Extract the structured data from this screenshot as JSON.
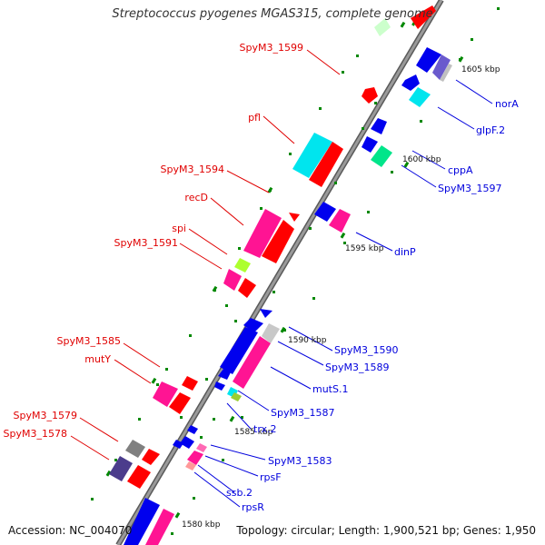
{
  "title": "Streptococcus pyogenes MGAS315, complete genome",
  "footer": {
    "accession": "Accession: NC_004070",
    "summary": "Topology: circular; Length: 1,900,521 bp; Genes: 1,950"
  },
  "ticks": [
    {
      "id": "t1605",
      "label": "1605 kbp"
    },
    {
      "id": "t1600",
      "label": "1600 kbp"
    },
    {
      "id": "t1595",
      "label": "1595 kbp"
    },
    {
      "id": "t1590",
      "label": "1590 kbp"
    },
    {
      "id": "t1585",
      "label": "1585 kbp"
    },
    {
      "id": "t1580",
      "label": "1580 kbp"
    }
  ],
  "gene_labels": [
    {
      "id": "SpyM3_1599",
      "text": "SpyM3_1599",
      "color": "#e00000"
    },
    {
      "id": "pfl",
      "text": "pfl",
      "color": "#e00000"
    },
    {
      "id": "SpyM3_1594",
      "text": "SpyM3_1594",
      "color": "#e00000"
    },
    {
      "id": "recD",
      "text": "recD",
      "color": "#e00000"
    },
    {
      "id": "spi",
      "text": "spi",
      "color": "#e00000"
    },
    {
      "id": "SpyM3_1591",
      "text": "SpyM3_1591",
      "color": "#e00000"
    },
    {
      "id": "SpyM3_1585",
      "text": "SpyM3_1585",
      "color": "#e00000"
    },
    {
      "id": "mutY",
      "text": "mutY",
      "color": "#e00000"
    },
    {
      "id": "SpyM3_1579",
      "text": "SpyM3_1579",
      "color": "#e00000"
    },
    {
      "id": "SpyM3_1578",
      "text": "SpyM3_1578",
      "color": "#e00000"
    },
    {
      "id": "norA",
      "text": "norA",
      "color": "#0000dd"
    },
    {
      "id": "glpF.2",
      "text": "glpF.2",
      "color": "#0000dd"
    },
    {
      "id": "cppA",
      "text": "cppA",
      "color": "#0000dd"
    },
    {
      "id": "SpyM3_1597",
      "text": "SpyM3_1597",
      "color": "#0000dd"
    },
    {
      "id": "dinP",
      "text": "dinP",
      "color": "#0000dd"
    },
    {
      "id": "SpyM3_1590",
      "text": "SpyM3_1590",
      "color": "#0000dd"
    },
    {
      "id": "SpyM3_1589",
      "text": "SpyM3_1589",
      "color": "#0000dd"
    },
    {
      "id": "mutS.1",
      "text": "mutS.1",
      "color": "#0000dd"
    },
    {
      "id": "SpyM3_1587",
      "text": "SpyM3_1587",
      "color": "#0000dd"
    },
    {
      "id": "trx.2",
      "text": "trx.2",
      "color": "#0000dd"
    },
    {
      "id": "SpyM3_1583",
      "text": "SpyM3_1583",
      "color": "#0000dd"
    },
    {
      "id": "rpsF",
      "text": "rpsF",
      "color": "#0000dd"
    },
    {
      "id": "ssb.2",
      "text": "ssb.2",
      "color": "#0000dd"
    },
    {
      "id": "rpsR",
      "text": "rpsR",
      "color": "#0000dd"
    }
  ],
  "colors": {
    "backbone": "#8c8c8c",
    "forward_strand_label": "#e00000",
    "reverse_strand_label": "#0000dd",
    "red_gene": "#ff0000",
    "magenta_gene": "#ff1493",
    "cyan_gene": "#00e5ee",
    "blue_gene": "#0000ee",
    "green_gene": "#adff2f",
    "grey_gene": "#808080",
    "dark_purple_gene": "#4b3c8c",
    "tick_dots": "#008800"
  }
}
